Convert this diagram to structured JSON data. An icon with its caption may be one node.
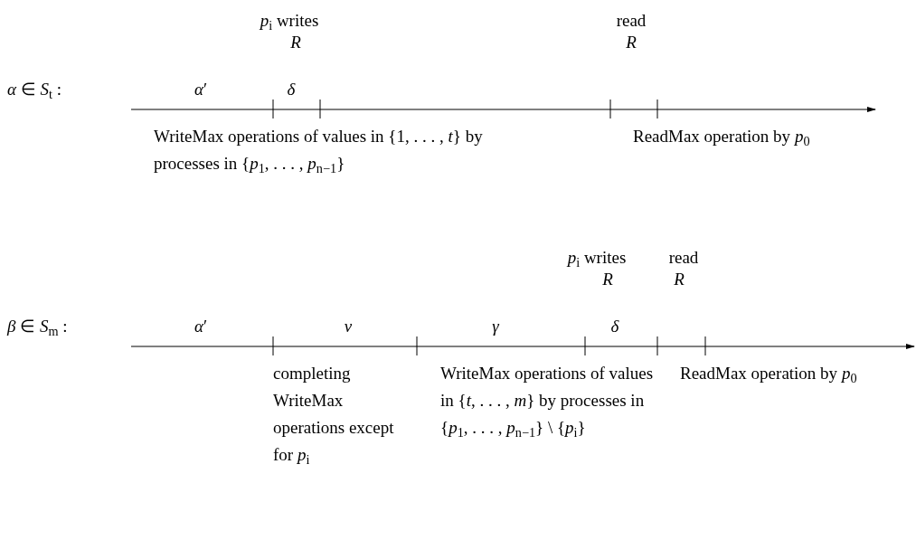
{
  "diagram": {
    "labels": [
      "*p*$_{i}$ writes",
      "*R*",
      "read",
      "*R*",
      "*α* ∈ *S*$_{t}$ :",
      "*α*′",
      "*δ*",
      "WriteMax operations of values in {1, . . . , *t*} by processes in {*p*$_{1}$, . . . , *p*$_{n−1}$}",
      "ReadMax operation by *p*$_{0}$",
      "*p*$_{i}$ writes",
      "read",
      "*R*",
      "*R*",
      "*β* ∈ *S*$_{m}$ :",
      "*α*′",
      "*ν*",
      "*γ*",
      "*δ*",
      "completing WriteMax operations except for *p*$_{i}$",
      "WriteMax operations of values in {*t*, . . . , *m*} by processes in {*p*$_{1}$, . . . , *p*$_{n−1}$} \\ {*p*$_{i}$}",
      "ReadMax operation by *p*$_{0}$"
    ]
  }
}
